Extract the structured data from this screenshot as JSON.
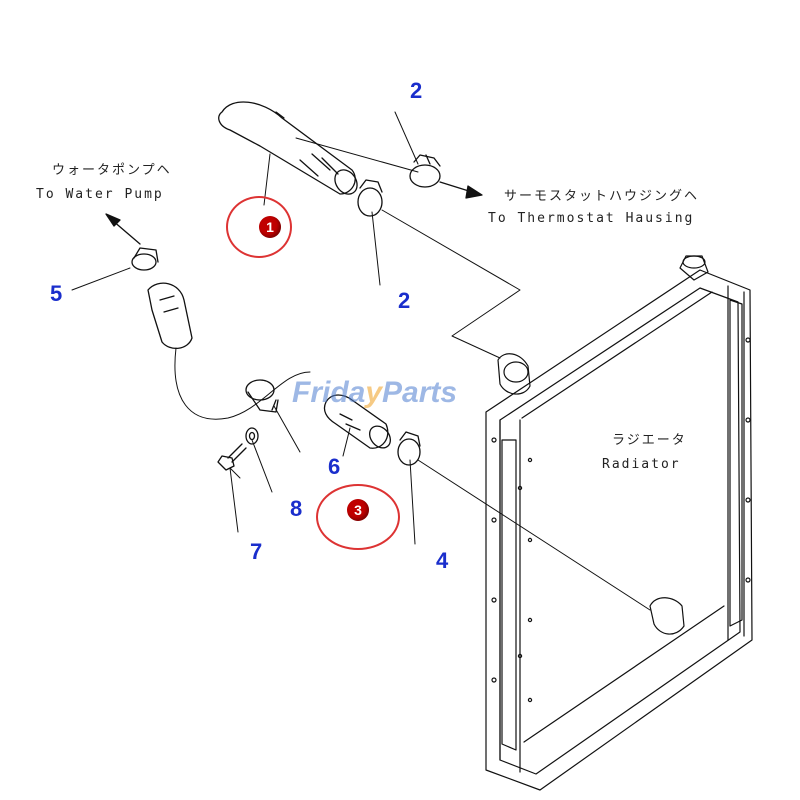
{
  "colors": {
    "callout": "#1a2ecc",
    "line": "#111111",
    "highlight": "#dd3333",
    "badge": "#c00000",
    "watermark_primary": "#4f7fd0",
    "watermark_accent": "#f0a020"
  },
  "annotations": {
    "water_pump_jp": "ウォータポンプヘ",
    "water_pump_en": "To Water Pump",
    "thermostat_jp": "サーモスタットハウジングヘ",
    "thermostat_en": "To Thermostat Hausing",
    "radiator_jp": "ラジエータ",
    "radiator_en": "Radiator"
  },
  "callouts": {
    "c2_top": "2",
    "c2_mid": "2",
    "c5": "5",
    "c6": "6",
    "c8": "8",
    "c7": "7",
    "c4": "4"
  },
  "highlights": {
    "item1": "1",
    "item3": "3"
  },
  "watermark": {
    "part1": "Frida",
    "part2": "y",
    "part3": "Parts"
  },
  "icons": [
    "arrow-up-left-icon",
    "arrow-right-icon"
  ]
}
